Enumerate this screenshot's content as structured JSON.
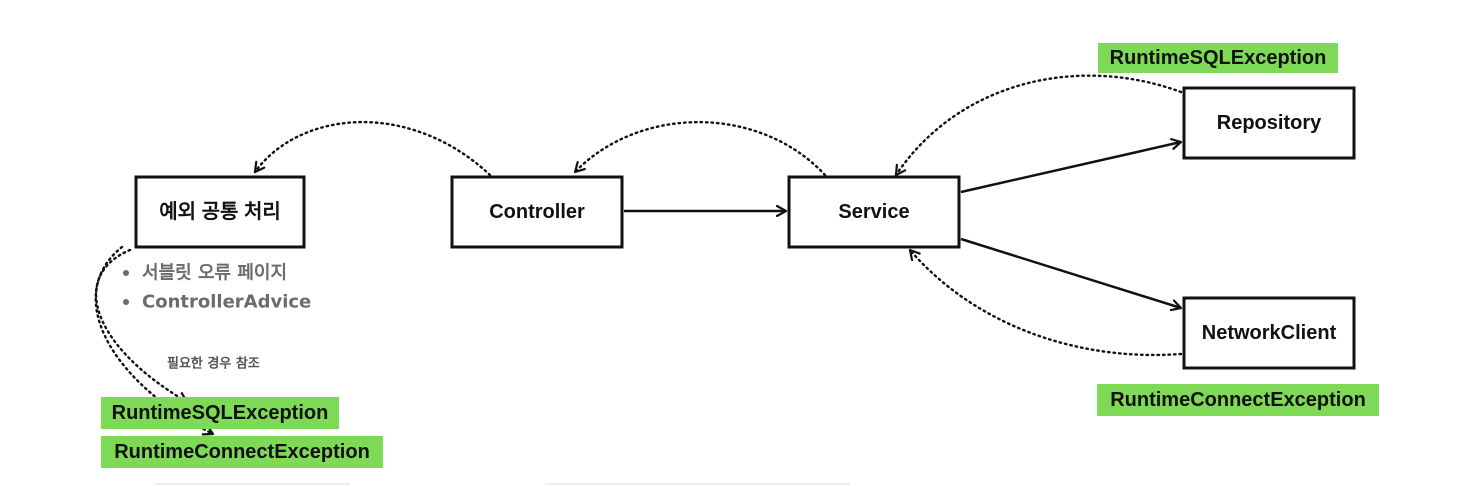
{
  "nodes": {
    "common_handler": "예외 공통 처리",
    "controller": "Controller",
    "service": "Service",
    "repository": "Repository",
    "network_client": "NetworkClient"
  },
  "exceptions": {
    "repository": "RuntimeSQLException",
    "network_client": "RuntimeConnectException",
    "handled_sql": "RuntimeSQLException",
    "handled_connect": "RuntimeConnectException"
  },
  "handler_methods": [
    "서블릿 오류 페이지",
    "ControllerAdvice"
  ],
  "note": "필요한 경우 참조",
  "colors": {
    "tag_highlight": "#7ed957",
    "stroke": "#111111",
    "muted_text": "#6b6b6b"
  }
}
